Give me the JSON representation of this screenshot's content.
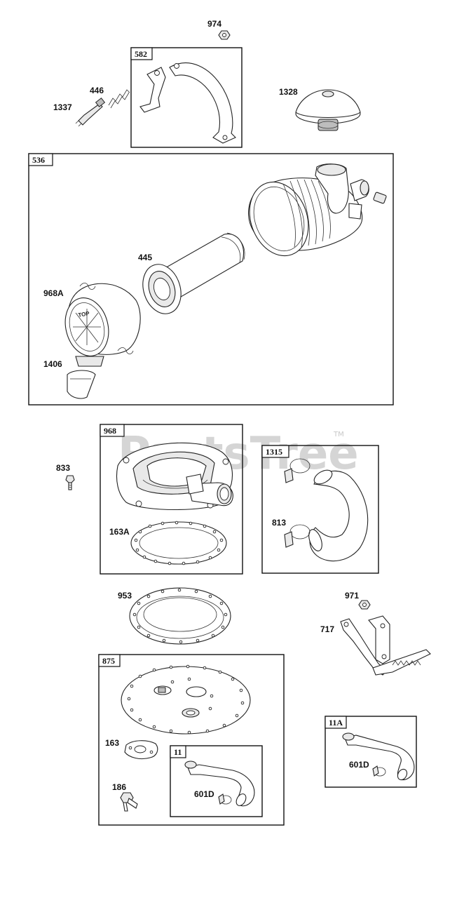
{
  "watermark": {
    "text": "PartsTree",
    "tm": "TM"
  },
  "groups": {
    "g582": "582",
    "g536": "536",
    "g968": "968",
    "g1315": "1315",
    "g875": "875",
    "g11": "11",
    "g11A": "11A"
  },
  "parts": {
    "p974": "974",
    "p446": "446",
    "p1337": "1337",
    "p1328": "1328",
    "p445": "445",
    "p968A": "968A",
    "p1406": "1406",
    "p833": "833",
    "p163A": "163A",
    "p813": "813",
    "p953": "953",
    "p971": "971",
    "p717": "717",
    "p163": "163",
    "p186": "186",
    "p601D_a": "601D",
    "p601D_b": "601D"
  }
}
